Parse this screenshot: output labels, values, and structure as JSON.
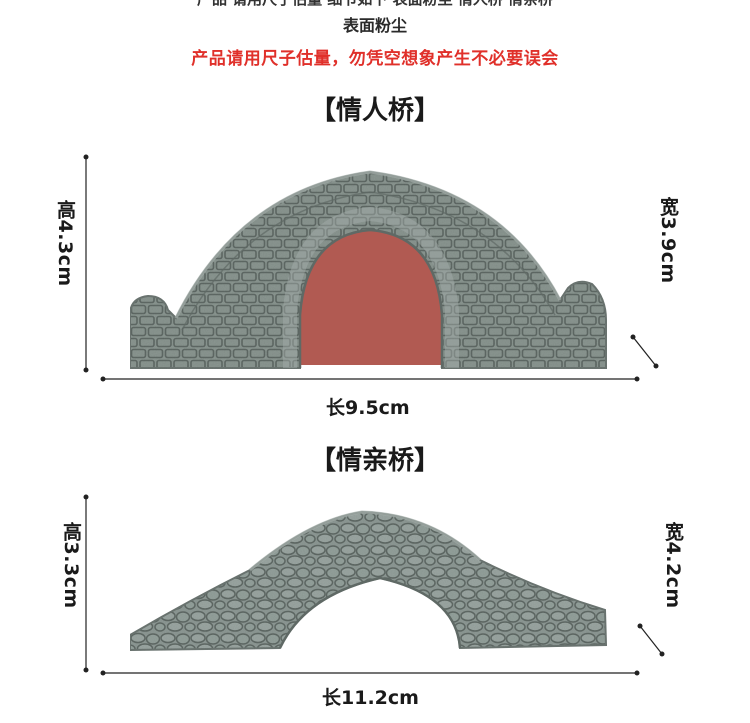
{
  "header": {
    "cut_text": "产品  请用尺子估量  细节如下  表面粉尘  情人桥  情亲桥",
    "subtitle": "表面粉尘",
    "warning": "产品请用尺子估量，勿凭空想象产生不必要误会",
    "warning_color": "#e0302a"
  },
  "products": [
    {
      "title": "【情人桥】",
      "height_label": "高4.3cm",
      "width_label": "宽3.9cm",
      "length_label": "长9.5cm"
    },
    {
      "title": "【情亲桥】",
      "height_label": "高3.3cm",
      "width_label": "宽4.2cm",
      "length_label": "长11.2cm"
    }
  ],
  "colors": {
    "stone": "#8a9590",
    "stone_dark": "#6c7672",
    "stone_light": "#a7b0ac",
    "inner_red": "#b15a52"
  }
}
